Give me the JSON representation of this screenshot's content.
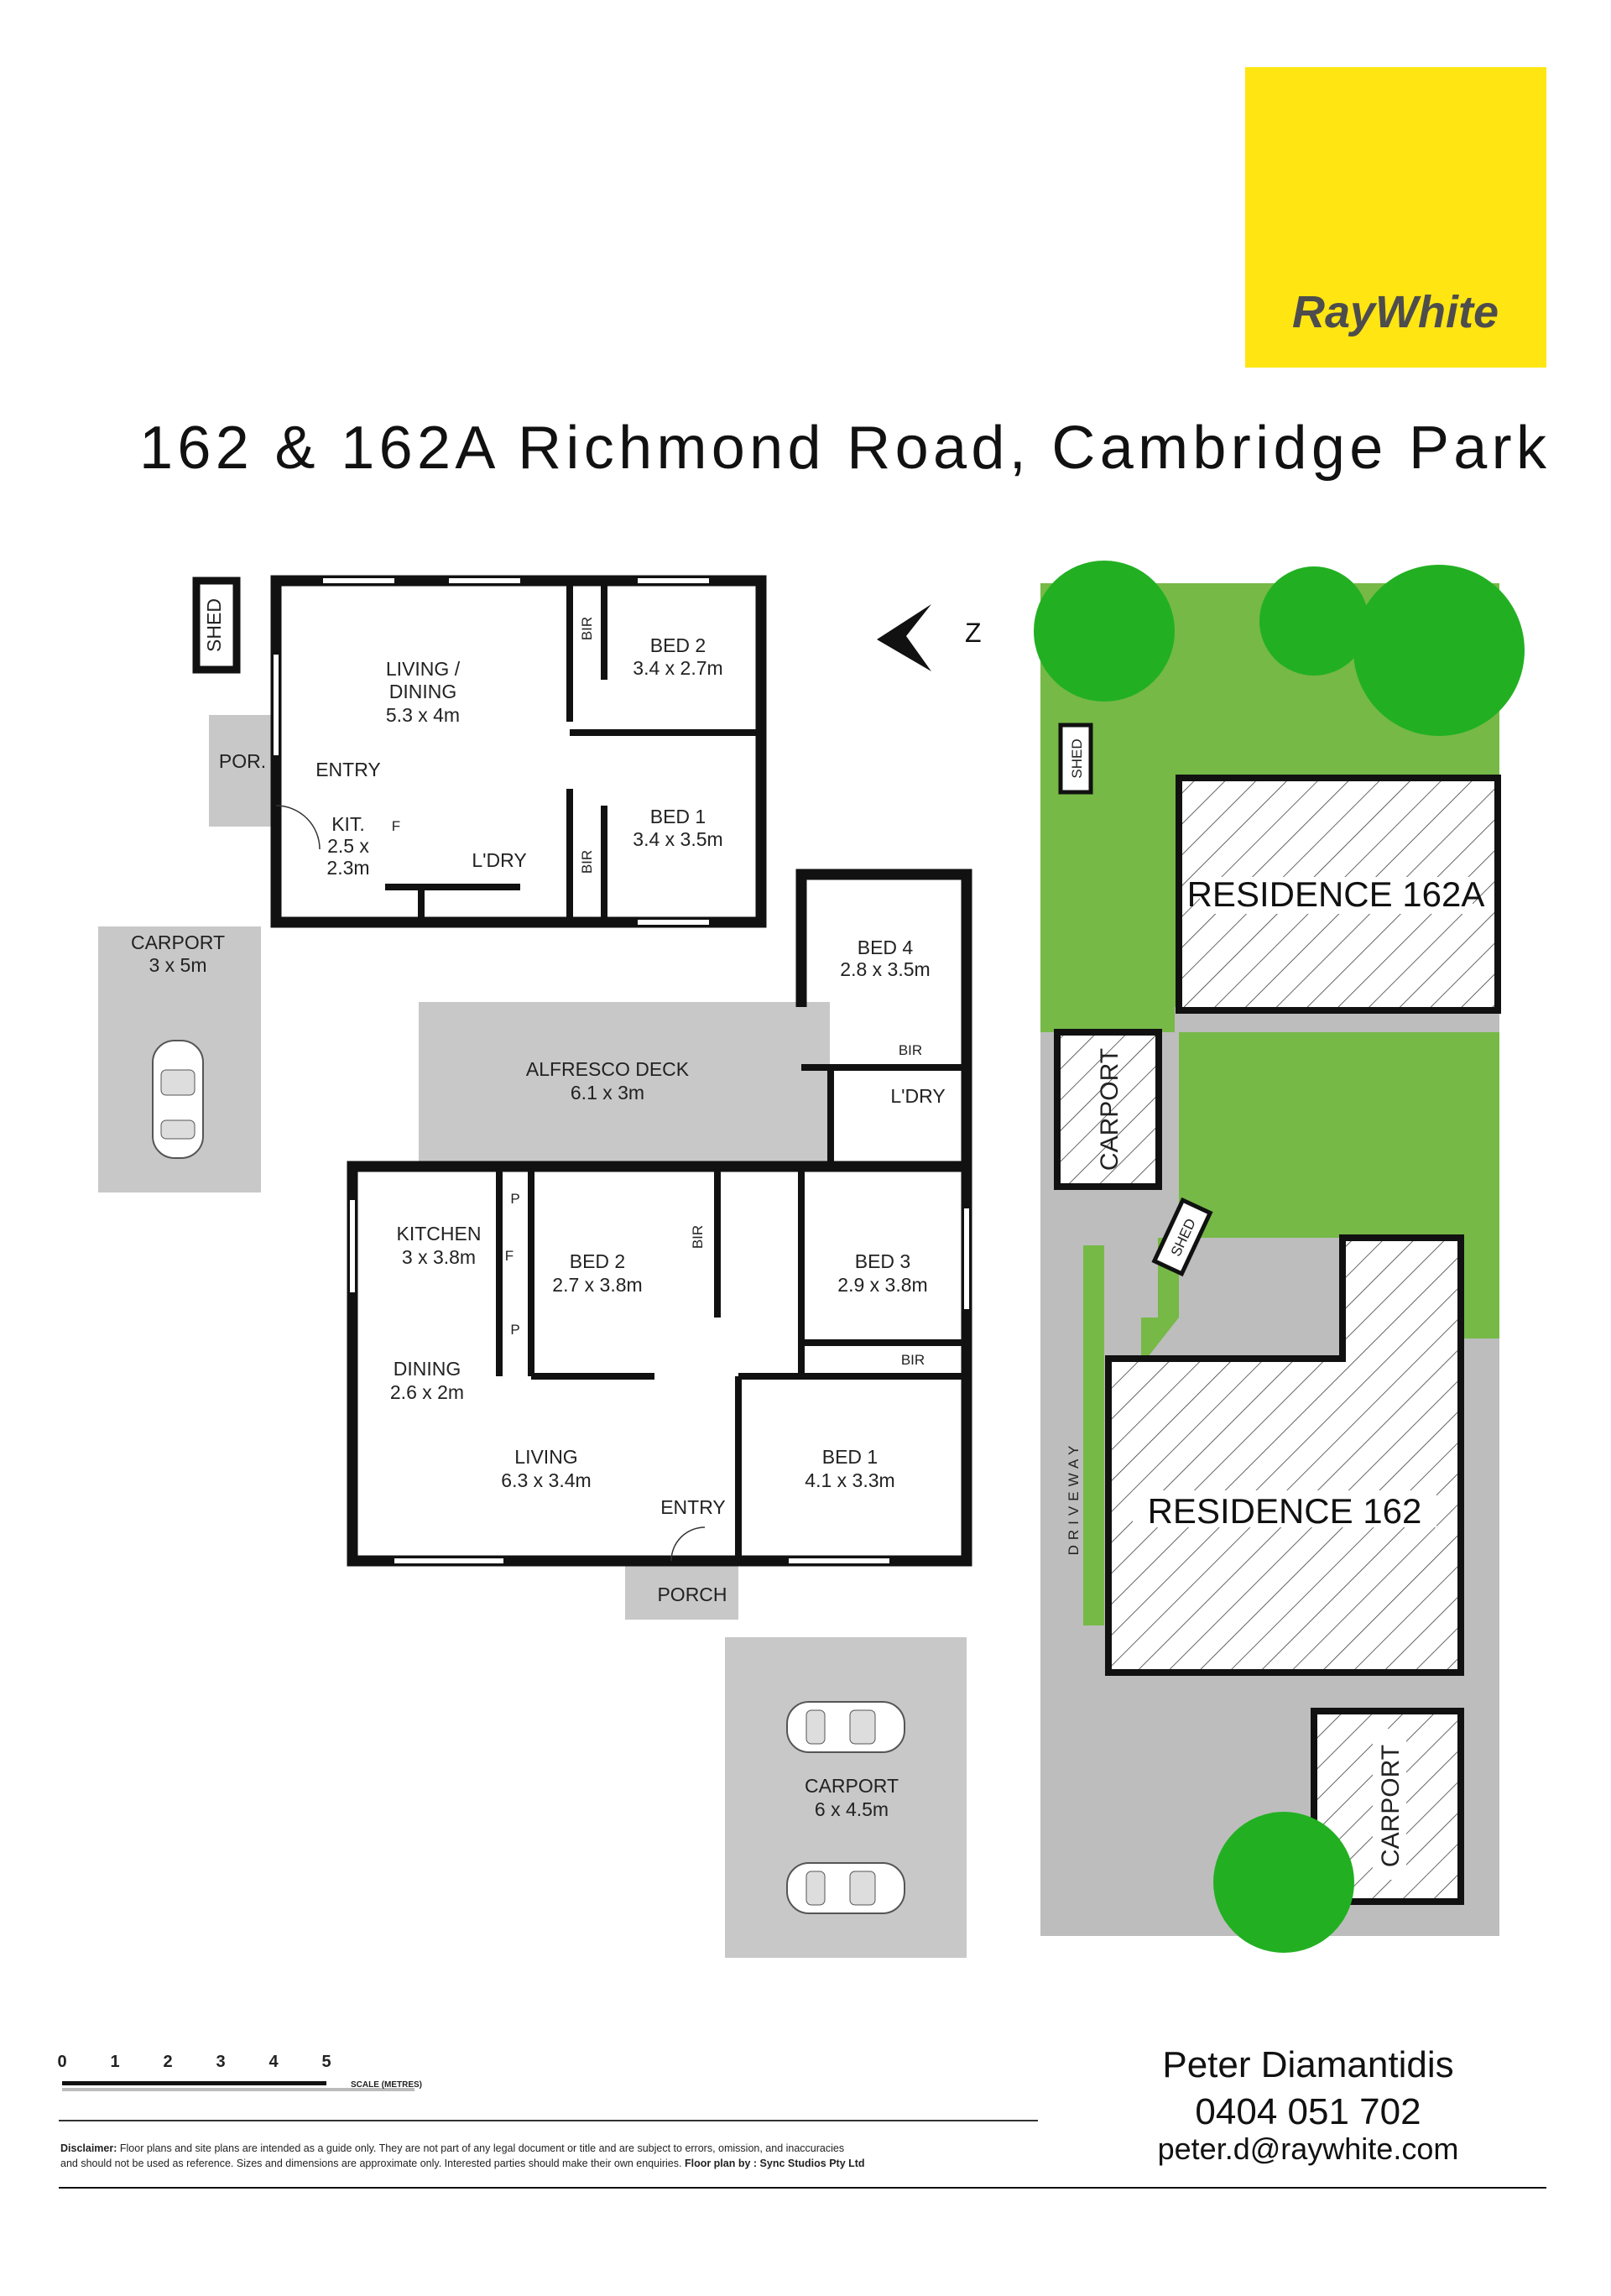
{
  "brand": {
    "logo_text": "RayWhite",
    "logo_bg": "#FFE512",
    "logo_text_color": "#4d4d4d"
  },
  "title": "162 & 162A Richmond Road, Cambridge Park",
  "plan_162a": {
    "shed": "SHED",
    "porch": "POR.",
    "entry": "ENTRY",
    "living_label": "LIVING /",
    "living_label2": "DINING",
    "living_dim": "5.3 x 4m",
    "bed2": "BED 2",
    "bed2_dim": "3.4 x 2.7m",
    "bed1": "BED 1",
    "bed1_dim": "3.4 x 3.5m",
    "kit": "KIT.",
    "kit_dim1": "2.5 x",
    "kit_dim2": "2.3m",
    "laundry": "L'DRY",
    "bir": "BIR",
    "fridge": "F",
    "carport": "CARPORT",
    "carport_dim": "3 x 5m"
  },
  "plan_162": {
    "alfresco": "ALFRESCO DECK",
    "alfresco_dim": "6.1 x 3m",
    "bed4": "BED 4",
    "bed4_dim": "2.8 x 3.5m",
    "bir": "BIR",
    "laundry": "L'DRY",
    "kitchen": "KITCHEN",
    "kitchen_dim": "3 x 3.8m",
    "pantry": "P",
    "fridge": "F",
    "bed2": "BED 2",
    "bed2_dim": "2.7 x 3.8m",
    "bed3": "BED 3",
    "bed3_dim": "2.9 x 3.8m",
    "dining": "DINING",
    "dining_dim": "2.6 x 2m",
    "living": "LIVING",
    "living_dim": "6.3 x 3.4m",
    "entry": "ENTRY",
    "bed1": "BED 1",
    "bed1_dim": "4.1 x 3.3m",
    "porch": "PORCH",
    "carport": "CARPORT",
    "carport_dim": "6 x 4.5m"
  },
  "site": {
    "residence_a": "RESIDENCE 162A",
    "residence": "RESIDENCE 162",
    "carport": "CARPORT",
    "shed": "SHED",
    "driveway": "DRIVEWAY",
    "lawn_color": "#76b947",
    "tree_color": "#22b022"
  },
  "scale": {
    "ticks": [
      "0",
      "1",
      "2",
      "3",
      "4",
      "5"
    ],
    "label": "SCALE (METRES)"
  },
  "contact": {
    "name": "Peter Diamantidis",
    "phone": "0404 051 702",
    "email": "peter.d@raywhite.com"
  },
  "disclaimer": {
    "bold_lead": "Disclaimer:",
    "line1": " Floor plans and site plans are intended as a guide only. They are not part of any legal document or title and are subject to errors, omission, and inaccuracies",
    "line2": "and should not be used as reference. Sizes and dimensions are approximate only. Interested parties should make their own enquiries.",
    "credit": " Floor plan by : Sync Studios Pty Ltd"
  }
}
